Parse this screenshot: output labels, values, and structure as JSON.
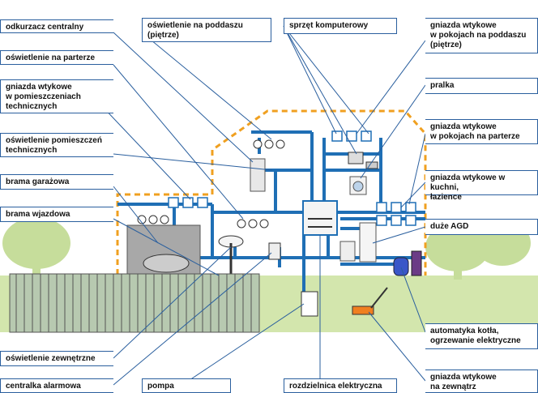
{
  "labels": {
    "odkurzacz_centralny": "odkurzacz centralny",
    "oswietlenie_na_parterze": "oświetlenie na parterze",
    "gniazda_w_pomieszczeniach_technicznych": "gniazda wtykowe\nw pomieszczeniach\ntechnicznych",
    "oswietlenie_pomieszczen_technicznych": "oświetlenie pomieszczeń\ntechnicznych",
    "brama_garazowa": "brama garażowa",
    "brama_wjazdowa": "brama wjazdowa",
    "oswietlenie_zewnetrzne": "oświetlenie zewnętrzne",
    "centralka_alarmowa": "centralka alarmowa",
    "oswietlenie_na_poddaszu": "oświetlenie na poddaszu\n(piętrze)",
    "pompa": "pompa",
    "sprzet_komputerowy": "sprzęt komputerowy",
    "rozdzielnica_elektryczna": "rozdzielnica elektryczna",
    "gniazda_w_pokojach_na_poddaszu": "gniazda wtykowe\nw pokojach na poddaszu\n(piętrze)",
    "pralka": "pralka",
    "gniazda_w_pokojach_na_parterze": "gniazda wtykowe\nw pokojach na parterze",
    "gniazda_w_kuchni_lazience": "gniazda wtykowe w kuchni,\nłazience",
    "duze_agd": "duże AGD",
    "automatyka_kotla": "automatyka kotła,\nogrzewanie elektryczne",
    "gniazda_na_zewnatrz": "gniazda wtykowe\nna zewnątrz"
  },
  "colors": {
    "wire": "#1f6fb5",
    "pointer": "#2a5f9e",
    "house_outline": "#f0a020",
    "lawn": "#cfe3a8",
    "trees": "#c4dc98",
    "label_border": "#2a5f9e"
  }
}
